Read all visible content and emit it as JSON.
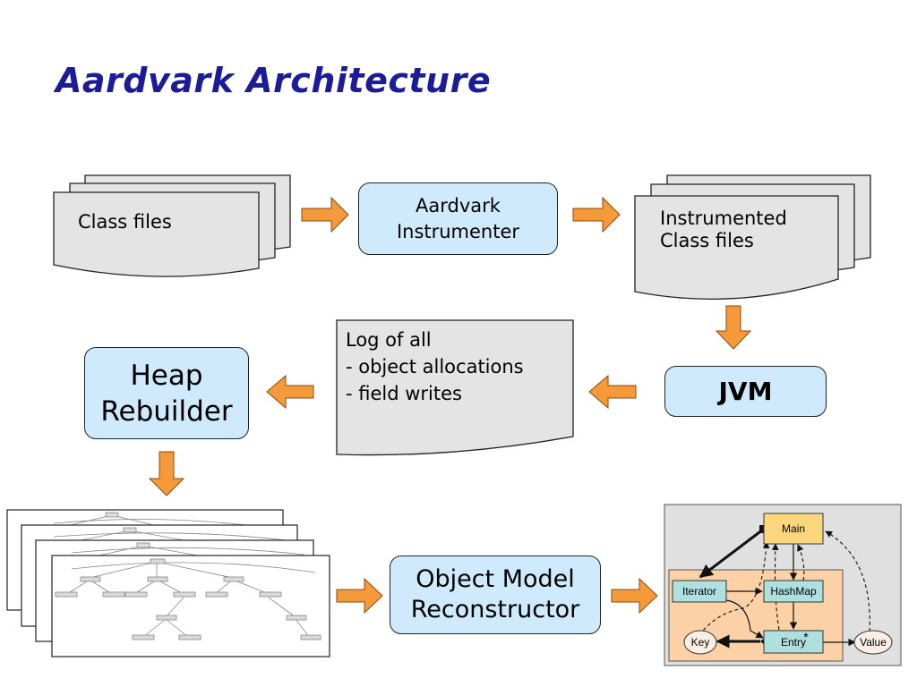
{
  "slide": {
    "title": "Aardvark Architecture"
  },
  "nodes": {
    "class_files": "Class files",
    "instrumenter_line1": "Aardvark",
    "instrumenter_line2": "Instrumenter",
    "instrumented_line1": "Instrumented",
    "instrumented_line2": "Class files",
    "jvm": "JVM",
    "log_line1": "Log of all",
    "log_line2": "- object allocations",
    "log_line3": "- field writes",
    "heap_line1": "Heap",
    "heap_line2": "Rebuilder",
    "omr_line1": "Object Model",
    "omr_line2": "Reconstructor"
  },
  "object_model": {
    "main": "Main",
    "iterator": "Iterator",
    "hashmap": "HashMap",
    "key": "Key",
    "entry": "Entry",
    "entry_mult": "*",
    "value": "Value"
  },
  "colors": {
    "title": "#1c1c99",
    "node_fill": "#cfeafc",
    "document_fill": "#e4e4e4",
    "arrow_fill": "#f59a3b",
    "model_panel": "#e0e0e0",
    "model_group": "#fcd1a6",
    "model_main": "#fcd67a",
    "model_box": "#aee0e0",
    "model_oval": "#fbeee4"
  }
}
